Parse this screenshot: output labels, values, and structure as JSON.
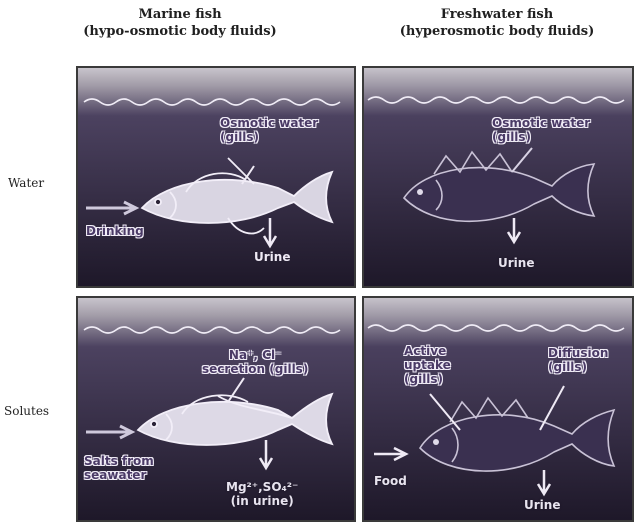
{
  "columns": {
    "marine": {
      "title": "Marine fish",
      "subtitle": "(hypo-osmotic body fluids)"
    },
    "freshwater": {
      "title": "Freshwater fish",
      "subtitle": "(hyperosmotic body fluids)"
    }
  },
  "rows": {
    "water": "Water",
    "solutes": "Solutes"
  },
  "panels": {
    "marine_water": {
      "osmotic_line1": "Osmotic water",
      "osmotic_line2": "(gills)",
      "drinking": "Drinking",
      "urine": "Urine"
    },
    "fresh_water": {
      "osmotic_line1": "Osmotic water",
      "osmotic_line2": "(gills)",
      "urine": "Urine"
    },
    "marine_solutes": {
      "secretion_line1": "Na⁺, Cl⁻",
      "secretion_line2": "secretion (gills)",
      "salts_line1": "Salts from",
      "salts_line2": "seawater",
      "mg_line1": "Mg²⁺,SO₄²⁻",
      "mg_line2": "(in urine)"
    },
    "fresh_solutes": {
      "active_line1": "Active",
      "active_line2": "uptake",
      "active_line3": "(gills)",
      "diffusion_line1": "Diffusion",
      "diffusion_line2": "(gills)",
      "food": "Food",
      "urine": "Urine"
    }
  },
  "colors": {
    "water_top": "#b4b0ba",
    "water_mid": "#4a3f5c",
    "water_deep": "#201a2c",
    "outline": "#e9e4f2"
  }
}
